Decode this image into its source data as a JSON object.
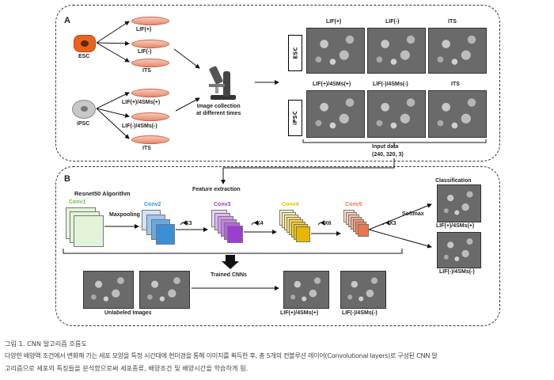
{
  "panel_a": {
    "label": "A",
    "esc": "ESC",
    "ipsc": "iPSC",
    "esc_conditions": [
      "LIF(+)",
      "LIF(-)",
      "ITS"
    ],
    "ipsc_conditions": [
      "LIF(+)/4SMs(+)",
      "LIF(-)/4SMs(-)",
      "ITS"
    ],
    "microscope_caption": "Image collection\nat different times",
    "esc_row_label": "ESC",
    "ipsc_row_label": "iPSC",
    "esc_col_labels": [
      "LIF(+)",
      "LIF(-)",
      "ITS"
    ],
    "ipsc_col_labels": [
      "LIF(+)/4SMs(+)",
      "LIF(-)/4SMs(-)",
      "ITS"
    ],
    "input_data": "Input data",
    "input_dims": "(240, 320, 3)"
  },
  "panel_b": {
    "label": "B",
    "algorithm": "Resnet50  Algorithm",
    "feature_extraction": "Feature extraction",
    "classification": "Classification",
    "conv_labels": [
      "Conv1",
      "Conv2",
      "Conv3",
      "Conv4",
      "Conv5"
    ],
    "maxpooling": "Maxpooling",
    "multipliers": [
      "X3",
      "X4",
      "X6",
      "X3"
    ],
    "softmax": "Softmax",
    "class_labels": [
      "LIF(+)/4SMs(+)",
      "LIF(-)/4SMs(-)"
    ],
    "trained_cnns": "Trained CNNs",
    "unlabeled": "Unlabeled Images",
    "result_labels": [
      "LIF(+)/4SMs(+)",
      "LIF(-)/4SMs(-)"
    ]
  },
  "caption": {
    "title": "그림 1. CNN 알고리즘 흐름도",
    "line1": "다양한 배양액 조건에서 변화해 가는 세포 모양을 특정 시간대에 현미경을 통해 이미지를 획득한 후, 총 5개의 컨볼루션 레이어(Convolutional layers)로 구성된 CNN 알",
    "line2": "고리즘으로 세포의 특징들을 분석함으로써 세포종류, 배양조건 및 배양시간을 학습하게 됨."
  },
  "colors": {
    "conv1": "#6cbf4a",
    "conv2": "#3b8fd6",
    "conv3": "#9b3fd1",
    "conv4": "#e8b800",
    "conv5": "#e8774a",
    "dish": "#e98a6e",
    "esc_cell": "#e8641e"
  }
}
